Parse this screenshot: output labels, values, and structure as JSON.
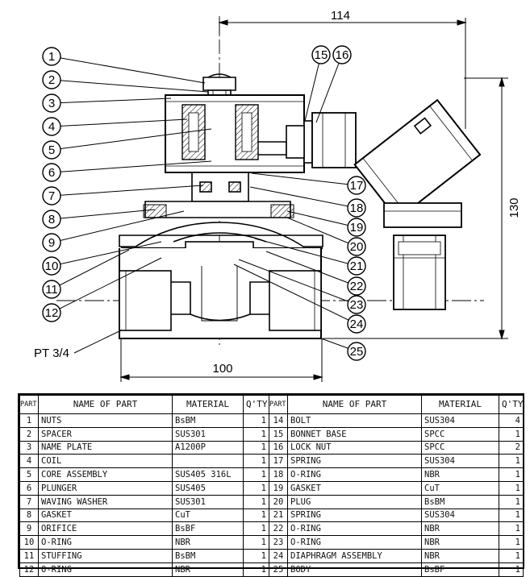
{
  "drawing": {
    "callouts_left": [
      "1",
      "2",
      "3",
      "4",
      "5",
      "6",
      "7",
      "8",
      "9",
      "10",
      "11",
      "12"
    ],
    "callouts_right": [
      "15",
      "16",
      "17",
      "18",
      "19",
      "20",
      "21",
      "22",
      "23",
      "24",
      "25"
    ],
    "dimensions": {
      "width_top": "114",
      "width_bottom": "100",
      "height_right": "130",
      "thread": "PT 3/4"
    }
  },
  "parts_table": {
    "headers": {
      "part_no": "PART NO.",
      "name": "NAME OF PART",
      "material": "MATERIAL",
      "qty": "Q'TY"
    },
    "left": [
      {
        "no": "1",
        "name": "NUTS",
        "material": "BsBM",
        "qty": "1"
      },
      {
        "no": "2",
        "name": "SPACER",
        "material": "SUS301",
        "qty": "1"
      },
      {
        "no": "3",
        "name": "NAME PLATE",
        "material": "A1200P",
        "qty": "1"
      },
      {
        "no": "4",
        "name": "COIL",
        "material": "",
        "qty": "1"
      },
      {
        "no": "5",
        "name": "CORE ASSEMBLY",
        "material": "SUS405 316L",
        "qty": "1"
      },
      {
        "no": "6",
        "name": "PLUNGER",
        "material": "SUS405",
        "qty": "1"
      },
      {
        "no": "7",
        "name": "WAVING WASHER",
        "material": "SUS301",
        "qty": "1"
      },
      {
        "no": "8",
        "name": "GASKET",
        "material": "CuT",
        "qty": "1"
      },
      {
        "no": "9",
        "name": "ORIFICE",
        "material": "BsBF",
        "qty": "1"
      },
      {
        "no": "10",
        "name": "O-RING",
        "material": "NBR",
        "qty": "1"
      },
      {
        "no": "11",
        "name": "STUFFING",
        "material": "BsBM",
        "qty": "1"
      },
      {
        "no": "12",
        "name": "O-RING",
        "material": "NBR",
        "qty": "1"
      }
    ],
    "right": [
      {
        "no": "14",
        "name": "BOLT",
        "material": "SUS304",
        "qty": "4"
      },
      {
        "no": "15",
        "name": "BONNET BASE",
        "material": "SPCC",
        "qty": "1"
      },
      {
        "no": "16",
        "name": "LOCK NUT",
        "material": "SPCC",
        "qty": "2"
      },
      {
        "no": "17",
        "name": "SPRING",
        "material": "SUS304",
        "qty": "1"
      },
      {
        "no": "18",
        "name": "O-RING",
        "material": "NBR",
        "qty": "1"
      },
      {
        "no": "19",
        "name": "GASKET",
        "material": "CuT",
        "qty": "1"
      },
      {
        "no": "20",
        "name": "PLUG",
        "material": "BsBM",
        "qty": "1"
      },
      {
        "no": "21",
        "name": "SPRING",
        "material": "SUS304",
        "qty": "1"
      },
      {
        "no": "22",
        "name": "O-RING",
        "material": "NBR",
        "qty": "1"
      },
      {
        "no": "23",
        "name": "O-RING",
        "material": "NBR",
        "qty": "1"
      },
      {
        "no": "24",
        "name": "DIAPHRAGM ASSEMBLY",
        "material": "NBR",
        "qty": "1"
      },
      {
        "no": "25",
        "name": "BODY",
        "material": "BsBF",
        "qty": "1"
      }
    ]
  }
}
